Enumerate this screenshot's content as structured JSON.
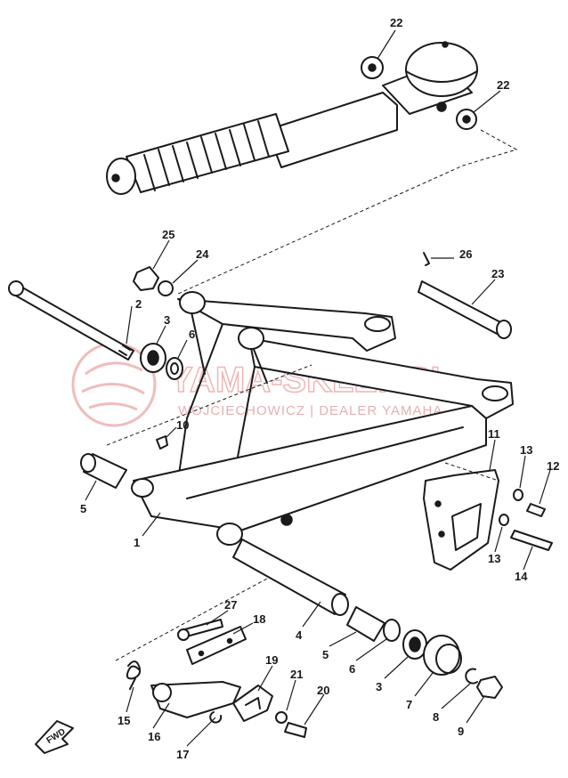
{
  "diagram": {
    "callouts": {
      "n1": "1",
      "n2": "2",
      "n3a": "3",
      "n3b": "3",
      "n4": "4",
      "n5a": "5",
      "n5b": "5",
      "n6a": "6",
      "n6b": "6",
      "n7": "7",
      "n8": "8",
      "n9": "9",
      "n10": "10",
      "n11": "11",
      "n12": "12",
      "n13a": "13",
      "n13b": "13",
      "n14": "14",
      "n15": "15",
      "n16": "16",
      "n17": "17",
      "n18": "18",
      "n19": "19",
      "n20": "20",
      "n21": "21",
      "n22a": "22",
      "n22b": "22",
      "n23": "23",
      "n24": "24",
      "n25": "25",
      "n26": "26",
      "n27": "27"
    },
    "direction_badge": "FWD"
  },
  "watermark": {
    "title": "YAMA-SKLEP.PL",
    "subtitle": "WOJCIECHOWICZ | DEALER YAMAHA",
    "color": "#e27a7a"
  }
}
